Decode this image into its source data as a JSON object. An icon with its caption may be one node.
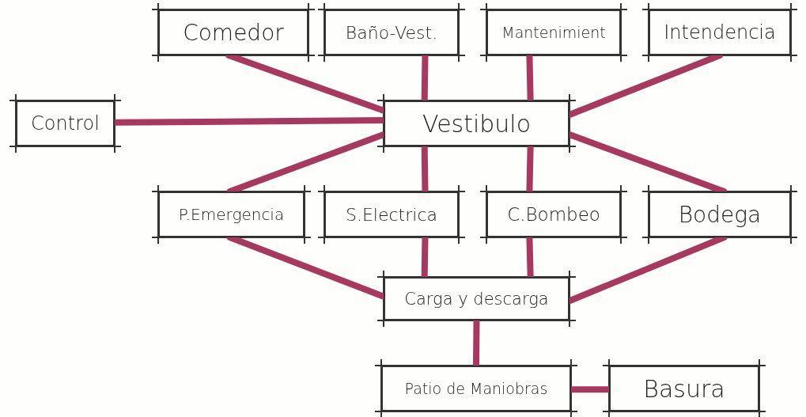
{
  "diagram": {
    "nodes": [
      {
        "text": [
          "Comedor"
        ]
      },
      {
        "text": [
          "Baño-Vest."
        ]
      },
      {
        "text": [
          "Mantenimient"
        ]
      },
      {
        "text": [
          "Intendencia"
        ]
      },
      {
        "text": [
          "Control"
        ]
      },
      {
        "text": [
          "Vestibulo"
        ]
      },
      {
        "text": [
          "P.Emergencia"
        ]
      },
      {
        "text": [
          "S.Electrica"
        ]
      },
      {
        "text": [
          "C.Bombeo"
        ]
      },
      {
        "text": [
          "Bodega"
        ]
      },
      {
        "text": [
          "Carga y descarga"
        ]
      },
      {
        "text": [
          "Patio de Maniobras"
        ]
      },
      {
        "text": [
          "Basura"
        ]
      }
    ],
    "edges": [
      {
        "from": 0,
        "to": 5,
        "arrow": "none"
      },
      {
        "from": 1,
        "to": 5,
        "arrow": "none"
      },
      {
        "from": 2,
        "to": 5,
        "arrow": "none"
      },
      {
        "from": 3,
        "to": 5,
        "arrow": "none"
      },
      {
        "from": 4,
        "to": 5,
        "arrow": "none"
      },
      {
        "from": 5,
        "to": 6,
        "arrow": "none"
      },
      {
        "from": 5,
        "to": 7,
        "arrow": "none"
      },
      {
        "from": 5,
        "to": 8,
        "arrow": "none"
      },
      {
        "from": 5,
        "to": 9,
        "arrow": "none"
      },
      {
        "from": 6,
        "to": 10,
        "arrow": "none"
      },
      {
        "from": 7,
        "to": 10,
        "arrow": "none"
      },
      {
        "from": 8,
        "to": 10,
        "arrow": "none"
      },
      {
        "from": 9,
        "to": 10,
        "arrow": "none"
      },
      {
        "from": 10,
        "to": 11,
        "arrow": "none"
      },
      {
        "from": 11,
        "to": 12,
        "arrow": "none"
      }
    ]
  }
}
